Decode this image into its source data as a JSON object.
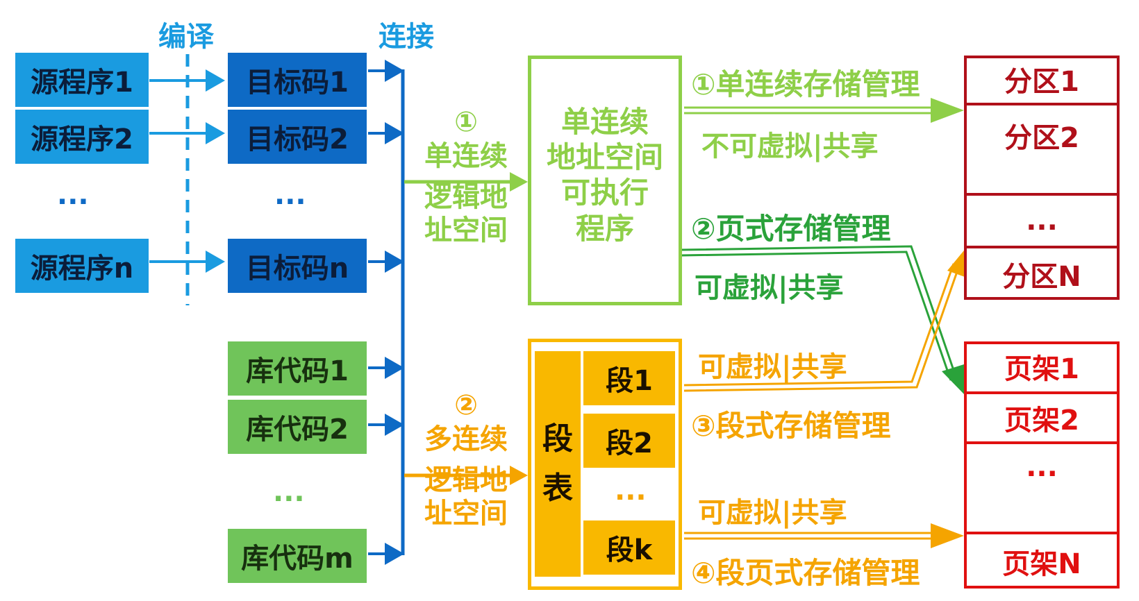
{
  "headers": {
    "compile": "编译",
    "link": "连接"
  },
  "sources": [
    "源程序1",
    "源程序2",
    "源程序n"
  ],
  "objects": [
    "目标码1",
    "目标码2",
    "目标码n"
  ],
  "libraries": [
    "库代码1",
    "库代码2",
    "库代码m"
  ],
  "ellipsis": "...",
  "path_single": {
    "num": "①",
    "line1": "单连续",
    "line2": "逻辑地",
    "line3": "址空间"
  },
  "path_multi": {
    "num": "②",
    "line1": "多连续",
    "line2": "逻辑地",
    "line3": "址空间"
  },
  "exec_box": {
    "line1": "单连续",
    "line2": "地址空间",
    "line3": "可执行",
    "line4": "程序"
  },
  "segment_table": {
    "label_top": "段",
    "label_bottom": "表",
    "segments": [
      "段1",
      "段2",
      "段k"
    ]
  },
  "mgmt": {
    "m1": "①单连续存储管理",
    "m1_note": "不可虚拟|共享",
    "m2": "②页式存储管理",
    "m2_note": "可虚拟|共享",
    "m3_note": "可虚拟|共享",
    "m3": "③段式存储管理",
    "m4_note": "可虚拟|共享",
    "m4": "④段页式存储管理"
  },
  "partitions": [
    "分区1",
    "分区2",
    "分区N"
  ],
  "frames": [
    "页架1",
    "页架2",
    "页架N"
  ],
  "colors": {
    "source": "#1a9be0",
    "object": "#0e6ac5",
    "library": "#70c45a",
    "light_green": "#8ecf48",
    "dark_green": "#2aa23a",
    "orange": "#f5a400",
    "dark_red": "#b0101a",
    "red": "#e01010"
  }
}
